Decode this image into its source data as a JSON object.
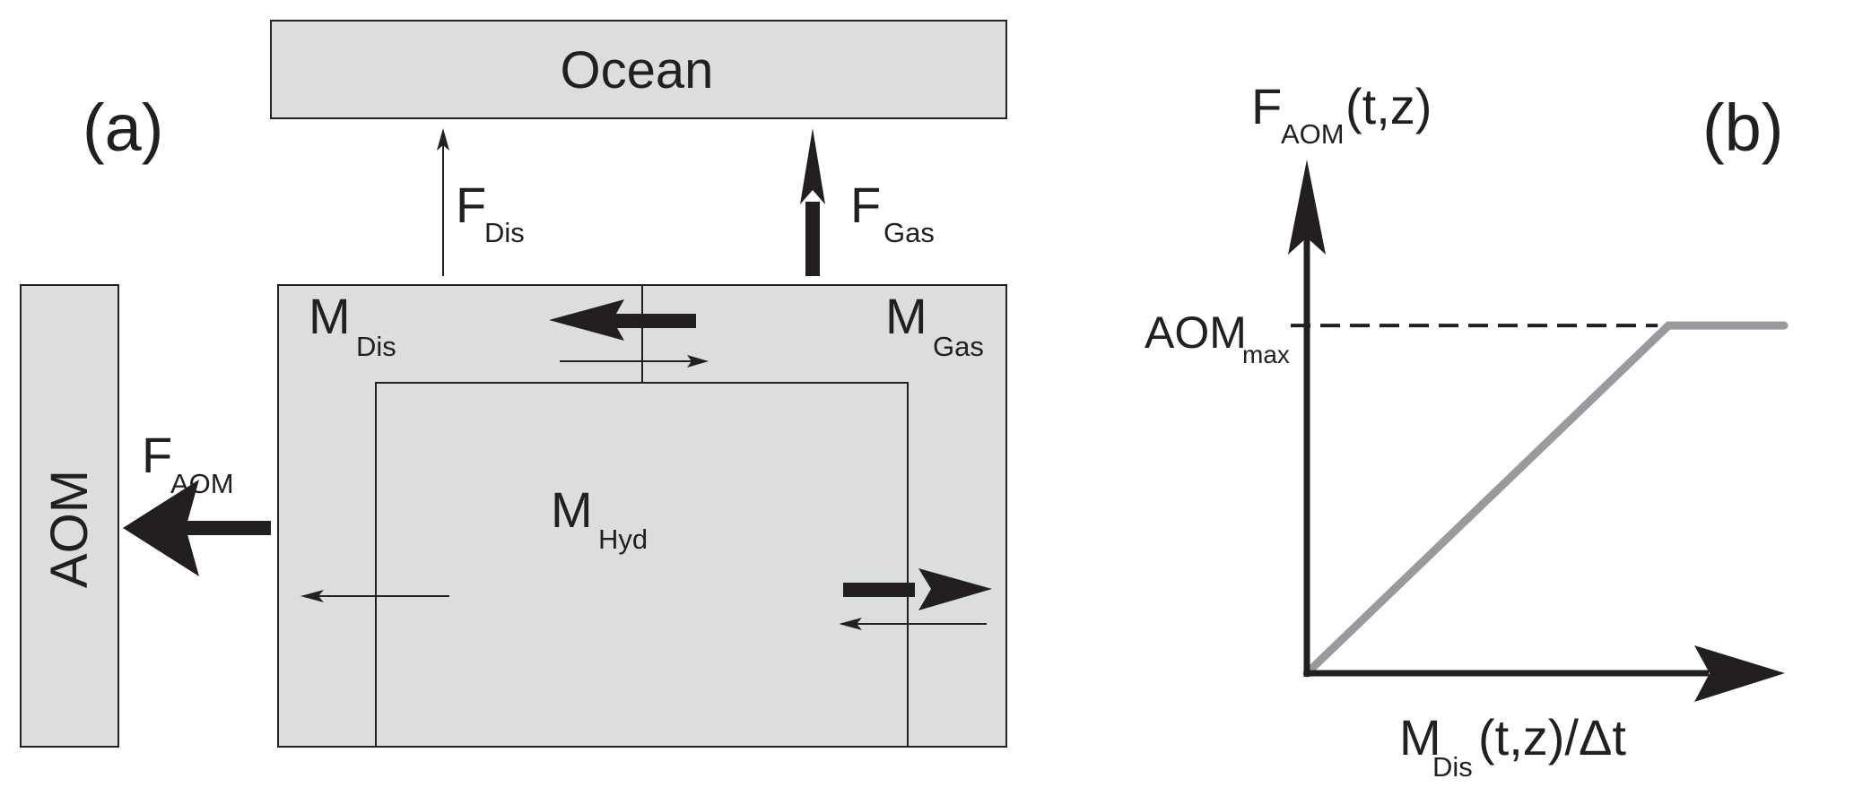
{
  "colors": {
    "ink": "#231f20",
    "box_fill": "#dcdddf",
    "curve": "#999a9d",
    "background": "#ffffff"
  },
  "panel_a": {
    "label": "(a)",
    "boxes": {
      "ocean": "Ocean",
      "aom": "AOM"
    },
    "reservoirs": {
      "dissolved": {
        "main": "M",
        "sub": "Dis"
      },
      "gas": {
        "main": "M",
        "sub": "Gas"
      },
      "hydrate": {
        "main": "M",
        "sub": "Hyd"
      }
    },
    "fluxes": {
      "dissolved_to_ocean": {
        "main": "F",
        "sub": "Dis"
      },
      "gas_to_ocean": {
        "main": "F",
        "sub": "Gas"
      },
      "aom": {
        "main": "F",
        "sub": "AOM"
      }
    }
  },
  "panel_b": {
    "label": "(b)",
    "y_axis": {
      "main": "F",
      "sub": "AOM",
      "suffix": "(t,z)"
    },
    "x_axis": {
      "main": "M",
      "sub": "Dis",
      "suffix": "(t,z)/Δt"
    },
    "threshold": {
      "main": "AOM",
      "sub": "max"
    }
  },
  "chart_data": {
    "type": "line",
    "title": "",
    "xlabel": "M_Dis(t,z)/Δt",
    "ylabel": "F_AOM(t,z)",
    "grid": false,
    "x_range": [
      0,
      1.0
    ],
    "y_range": [
      0,
      1.0
    ],
    "series": [
      {
        "name": "F_AOM",
        "x": [
          0,
          0.72,
          0.95
        ],
        "y": [
          0,
          0.82,
          0.82
        ]
      }
    ],
    "annotations": [
      {
        "type": "hline",
        "label": "AOM_max",
        "y": 0.82,
        "style": "dashed"
      }
    ]
  }
}
